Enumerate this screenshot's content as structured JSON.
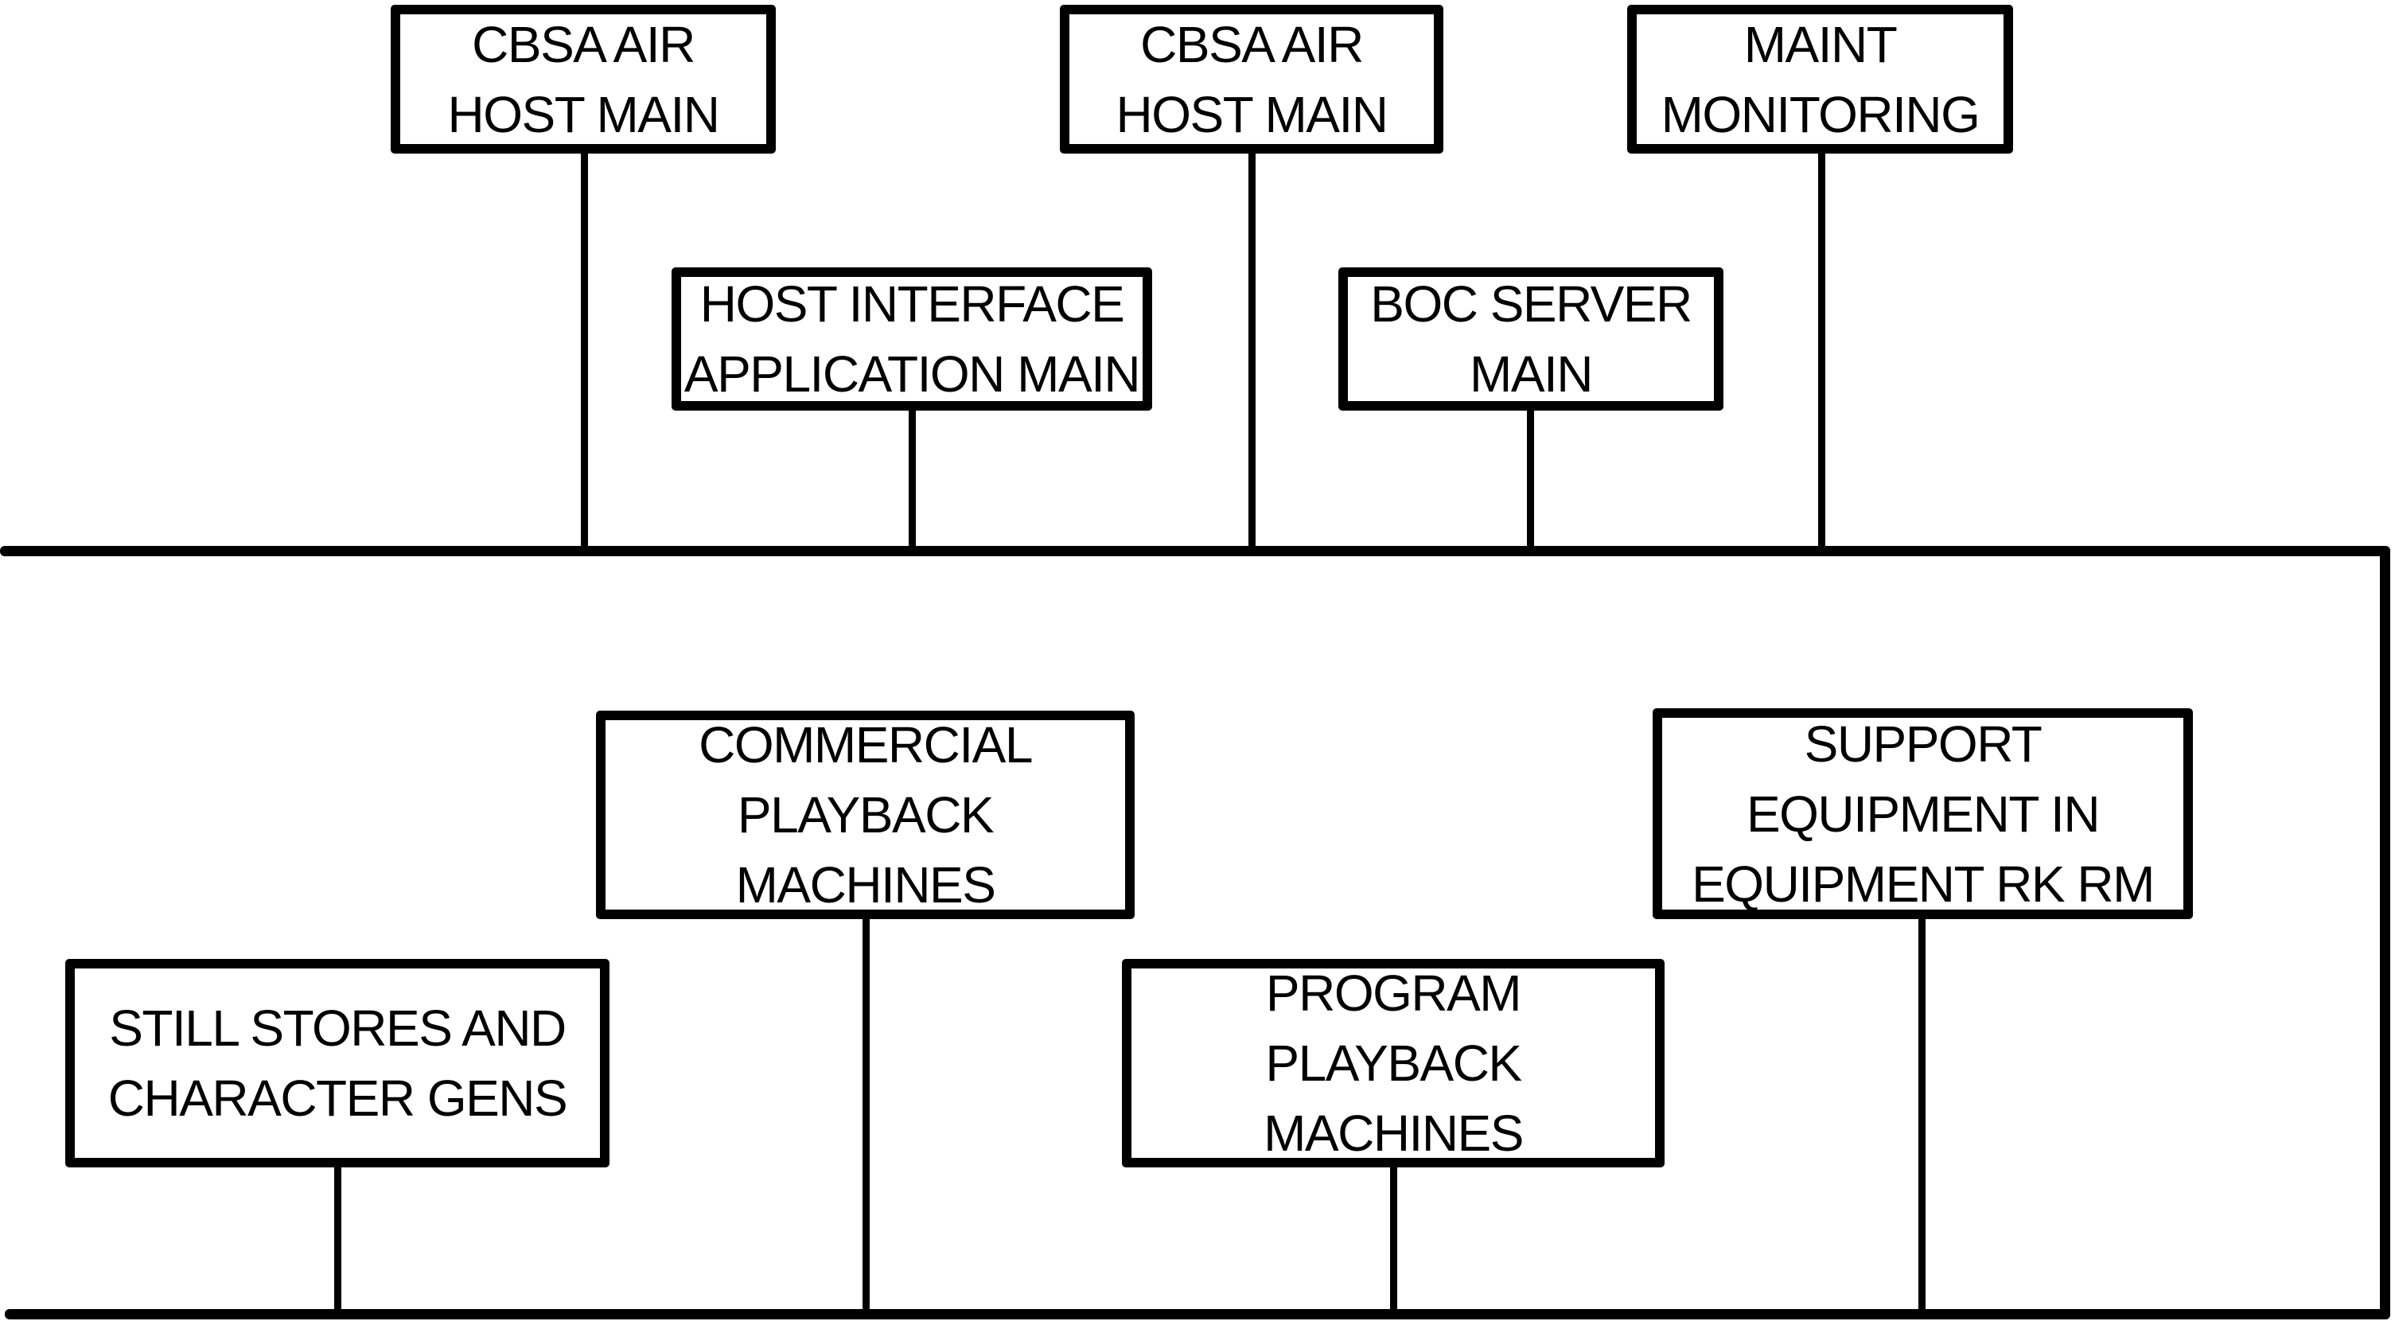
{
  "diagram": {
    "colors": {
      "background": "#ffffff",
      "line": "#000000",
      "text": "#000000"
    },
    "nodes": [
      {
        "id": "cbsa-air-host-main-1",
        "label": "CBSA AIR\nHOST MAIN"
      },
      {
        "id": "cbsa-air-host-main-2",
        "label": "CBSA AIR\nHOST MAIN"
      },
      {
        "id": "maint-monitoring",
        "label": "MAINT\nMONITORING"
      },
      {
        "id": "host-interface-application-main",
        "label": "HOST INTERFACE\nAPPLICATION MAIN"
      },
      {
        "id": "boc-server-main",
        "label": "BOC SERVER\nMAIN"
      },
      {
        "id": "commercial-playback-machines",
        "label": "COMMERCIAL\nPLAYBACK\nMACHINES"
      },
      {
        "id": "support-equipment-in-equipment-rk-rm",
        "label": "SUPPORT\nEQUIPMENT IN\nEQUIPMENT RK RM"
      },
      {
        "id": "still-stores-and-character-gens",
        "label": "STILL STORES AND\nCHARACTER GENS"
      },
      {
        "id": "program-playback-machines",
        "label": "PROGRAM\nPLAYBACK\nMACHINES"
      }
    ]
  }
}
